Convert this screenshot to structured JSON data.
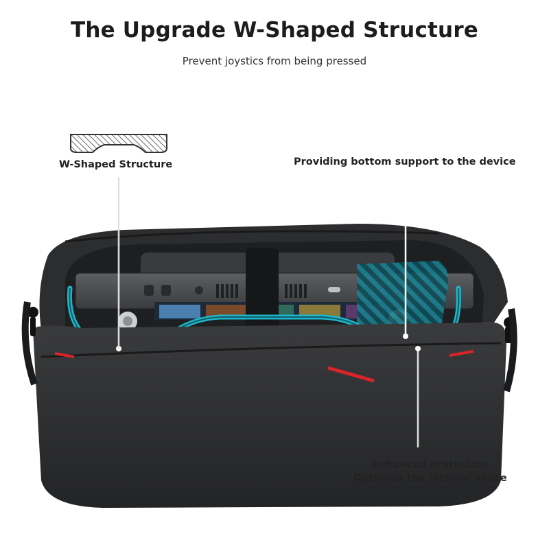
{
  "heading": {
    "title": "The Upgrade W-Shaped Structure",
    "subtitle": "Prevent joystics from being pressed"
  },
  "callouts": {
    "w_structure": "W-Shaped Structure",
    "bottom_support": "Providing bottom support to the device",
    "protection_line1": "Enhanced protection",
    "protection_line2": "Optimize the interior space"
  },
  "colors": {
    "accent": "#1fb6c9",
    "bag": "#2b2c2e",
    "zipper_red": "#d8252b",
    "hatch": "#555555"
  }
}
